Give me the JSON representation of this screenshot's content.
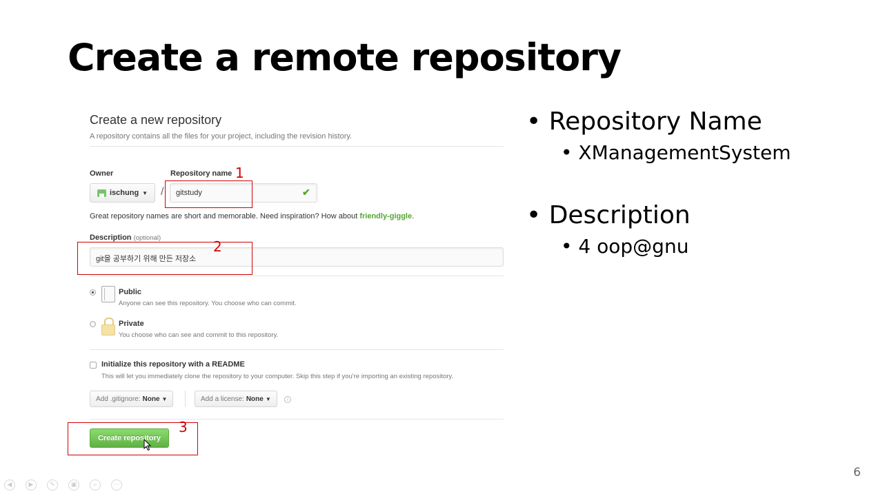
{
  "slide": {
    "title": "Create a remote repository",
    "page_number": "6"
  },
  "github_form": {
    "heading": "Create a new repository",
    "subtext": "A repository contains all the files for your project, including the revision history.",
    "owner_label": "Owner",
    "owner_value": "ischung",
    "repo_name_label": "Repository name",
    "repo_name_value": "gitstudy",
    "separator": "/",
    "name_hint": "Great repository names are short and memorable. Need inspiration? How about",
    "name_suggestion": "friendly-giggle",
    "name_hint_end": ".",
    "description_label": "Description",
    "description_optional": "(optional)",
    "description_value": "git을 공부하기 위해 만든 저장소",
    "visibility": {
      "public_title": "Public",
      "public_note": "Anyone can see this repository. You choose who can commit.",
      "private_title": "Private",
      "private_note": "You choose who can see and commit to this repository.",
      "selected": "Public"
    },
    "readme_title": "Initialize this repository with a README",
    "readme_note": "This will let you immediately clone the repository to your computer. Skip this step if you're importing an existing repository.",
    "gitignore_label": "Add .gitignore:",
    "gitignore_value": "None",
    "license_label": "Add a license:",
    "license_value": "None",
    "create_button": "Create repository"
  },
  "annotations": {
    "marker_1": "1",
    "marker_2": "2",
    "marker_3": "3",
    "color": "#d00000"
  },
  "bullets": {
    "item1": "Repository Name",
    "item1_sub": "XManagementSystem",
    "item2": "Description",
    "item2_sub": "4 oop@gnu"
  },
  "colors": {
    "accent_green": "#55a532",
    "button_green": "#60b044"
  }
}
